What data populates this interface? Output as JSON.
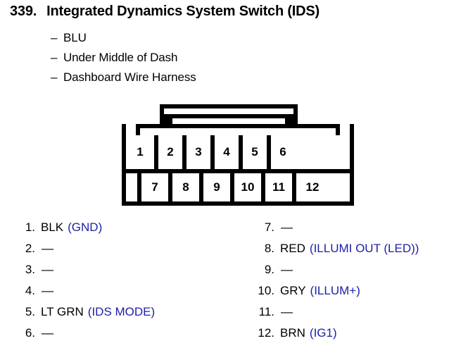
{
  "colors": {
    "text": "#000000",
    "function_blue": "#2020a8",
    "diagram_line": "#000000",
    "background": "#ffffff"
  },
  "header": {
    "number": "339.",
    "title": "Integrated Dynamics System Switch (IDS)",
    "dash": "–",
    "details": [
      "BLU",
      "Under Middle of Dash",
      "Dashboard Wire Harness"
    ]
  },
  "connector": {
    "top_row": [
      "1",
      "2",
      "3",
      "4",
      "5",
      "6"
    ],
    "bottom_row": [
      "7",
      "8",
      "9",
      "10",
      "11",
      "12"
    ]
  },
  "legend": {
    "empty_marker": "—",
    "left": [
      {
        "num": "1.",
        "wire": "BLK",
        "function": "(GND)"
      },
      {
        "num": "2.",
        "wire": "",
        "function": ""
      },
      {
        "num": "3.",
        "wire": "",
        "function": ""
      },
      {
        "num": "4.",
        "wire": "",
        "function": ""
      },
      {
        "num": "5.",
        "wire": "LT GRN",
        "function": "(IDS MODE)"
      },
      {
        "num": "6.",
        "wire": "",
        "function": ""
      }
    ],
    "right": [
      {
        "num": "7.",
        "wire": "",
        "function": ""
      },
      {
        "num": "8.",
        "wire": "RED",
        "function": "(ILLUMI OUT (LED))"
      },
      {
        "num": "9.",
        "wire": "",
        "function": ""
      },
      {
        "num": "10.",
        "wire": "GRY",
        "function": "(ILLUM+)"
      },
      {
        "num": "11.",
        "wire": "",
        "function": ""
      },
      {
        "num": "12.",
        "wire": "BRN",
        "function": "(IG1)"
      }
    ]
  }
}
